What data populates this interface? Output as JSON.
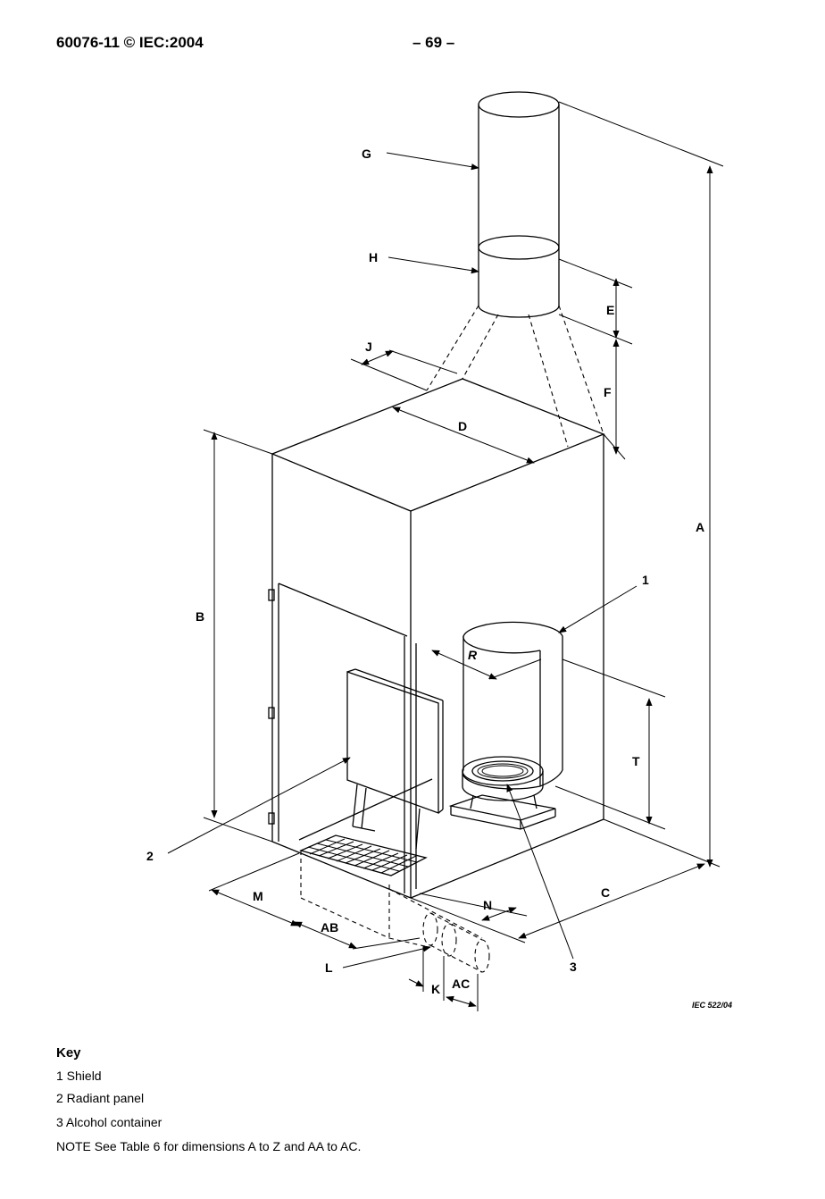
{
  "header": {
    "doc_ref": "60076-11 © IEC:2004",
    "page_number": "– 69 –"
  },
  "figure": {
    "labels": {
      "A": "A",
      "B": "B",
      "C": "C",
      "D": "D",
      "E": "E",
      "F": "F",
      "G": "G",
      "H": "H",
      "J": "J",
      "K": "K",
      "L": "L",
      "M": "M",
      "N": "N",
      "R": "R",
      "T": "T",
      "AB": "AB",
      "AC": "AC",
      "n1": "1",
      "n2": "2",
      "n3": "3"
    },
    "ref_code": "IEC 522/04"
  },
  "key": {
    "title": "Key",
    "items": [
      "1 Shield",
      "2 Radiant panel",
      "3 Alcohol container"
    ],
    "note": "NOTE   See Table 6 for dimensions A to Z and AA to AC."
  }
}
